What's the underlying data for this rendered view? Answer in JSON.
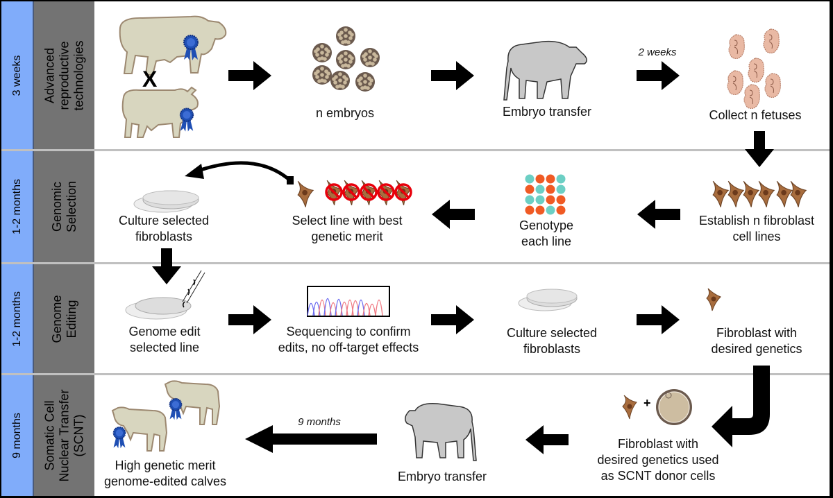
{
  "rows": [
    {
      "duration": "3 weeks",
      "stage_lines": [
        "Advanced",
        "reproductive",
        "technologies"
      ],
      "steps": [
        {
          "icon": "bull-and-cow-with-ribbons-icon",
          "cross_symbol": "X"
        },
        {
          "icon": "embryos-icon",
          "label_lines": [
            "n embryos"
          ]
        },
        {
          "icon": "recipient-cow-icon",
          "label_lines": [
            "Embryo transfer"
          ]
        },
        {
          "icon": "fetuses-icon",
          "label_lines": [
            "Collect n fetuses"
          ]
        }
      ],
      "arrow_labels": {
        "embryo_to_fetus": "2 weeks"
      }
    },
    {
      "duration": "1-2 months",
      "stage_lines": [
        "Genomic",
        "Selection"
      ],
      "steps": [
        {
          "icon": "fibroblast-cell-lines-icon",
          "label_lines": [
            "Establish n fibroblast",
            "cell lines"
          ]
        },
        {
          "icon": "genotype-grid-icon",
          "label_lines": [
            "Genotype",
            "each line"
          ]
        },
        {
          "icon": "select-line-icon",
          "label_lines": [
            "Select line with best",
            "genetic merit"
          ]
        },
        {
          "icon": "petri-dish-icon",
          "label_lines": [
            "Culture selected",
            "fibroblasts"
          ]
        }
      ]
    },
    {
      "duration": "1-2 months",
      "stage_lines": [
        "Genome",
        "Editing"
      ],
      "steps": [
        {
          "icon": "petri-dish-pipette-icon",
          "label_lines": [
            "Genome edit",
            "selected line"
          ]
        },
        {
          "icon": "sequencing-chromatogram-icon",
          "label_lines": [
            "Sequencing to confirm",
            "edits, no off-target effects"
          ]
        },
        {
          "icon": "petri-dish-icon",
          "label_lines": [
            "Culture selected",
            "fibroblasts"
          ]
        },
        {
          "icon": "single-fibroblast-icon",
          "label_lines": [
            "Fibroblast with",
            "desired genetics"
          ]
        }
      ]
    },
    {
      "duration": "9 months",
      "stage_lines": [
        "Somatic Cell",
        "Nuclear Transfer",
        "(SCNT)"
      ],
      "steps": [
        {
          "icon": "fibroblast-plus-oocyte-icon",
          "plus_symbol": "+",
          "label_lines": [
            "Fibroblast with",
            "desired genetics used",
            "as SCNT donor cells"
          ]
        },
        {
          "icon": "recipient-cow-icon",
          "label_lines": [
            "Embryo transfer"
          ]
        },
        {
          "icon": "calves-with-ribbons-icon",
          "label_lines": [
            "High genetic merit",
            "genome-edited calves"
          ]
        }
      ],
      "arrow_labels": {
        "transfer_to_calves": "9 months"
      }
    }
  ],
  "genotype_grid": [
    [
      "teal",
      "orange",
      "orange",
      "teal"
    ],
    [
      "orange",
      "teal",
      "orange",
      "teal"
    ],
    [
      "teal",
      "teal",
      "orange",
      "orange"
    ],
    [
      "orange",
      "orange",
      "teal",
      "orange"
    ]
  ],
  "colors": {
    "time_column": "#80acfa",
    "stage_column": "#737373",
    "animal_fill": "#d8d6bf",
    "animal_stroke": "#9c8870",
    "recipient_fill": "#c8c8c8",
    "embryo_fill": "#6b5a4e",
    "embryo_cell": "#c9b89c",
    "fetus_fill": "#e9b9a4",
    "fibroblast_fill": "#a86d3e",
    "ribbon_blue": "#1f4fb4",
    "genotype_teal": "#6ccfc4",
    "genotype_orange": "#f05a24",
    "chromatogram_blue": "#6d6df0",
    "chromatogram_red": "#f07b84",
    "prohibit_red": "#e8000b"
  }
}
